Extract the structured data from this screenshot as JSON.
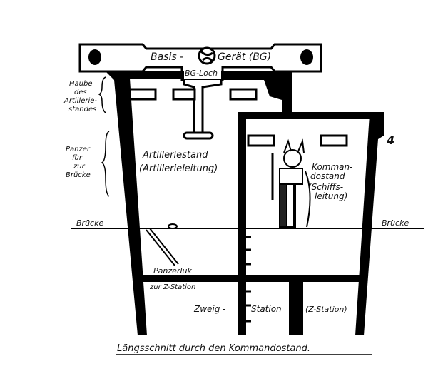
{
  "diagram": {
    "title": "Längsschnitt durch den Kommandostand.",
    "labels": {
      "basis": "Basis -",
      "geraet": "Gerät (BG)",
      "bg_loch": "BG-Loch",
      "haube": [
        "Haube",
        "des",
        "Artillerie-",
        "standes"
      ],
      "panzer": [
        "Panzer",
        "für",
        "zur",
        "Brücke"
      ],
      "artilleriestand": "Artilleriestand",
      "artillerieleitung": "(Artillerieleitung)",
      "kommandostand": [
        "Komman-",
        "dostand",
        "(Schiffs-",
        "leitung)"
      ],
      "bruecke_left": "Brücke",
      "bruecke_right": "Brücke",
      "panzerluk": "Panzerluk",
      "zur_station": "zur Z-Station",
      "zweig": "Zweig -",
      "station": "Station",
      "z_station": "(Z-Station)",
      "marker": "4"
    }
  }
}
